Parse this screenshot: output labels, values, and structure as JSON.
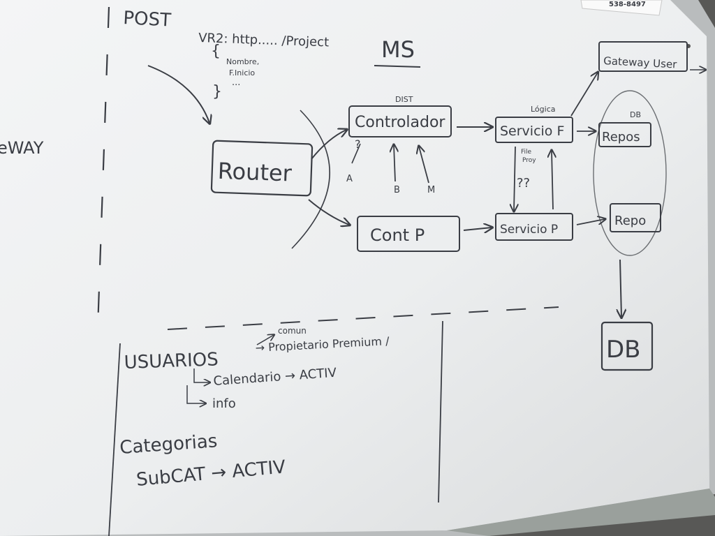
{
  "board": {
    "header": {
      "method": "POST",
      "url": "VR2: http..... /Project",
      "ms_label": "MS",
      "payload_open": "{",
      "payload_field_1": "Nombre,",
      "payload_field_2": "F.Inicio",
      "payload_more": "...",
      "payload_close": "}"
    },
    "left_edge_text": "eWAY",
    "phone_note": "538-8497",
    "flow": {
      "router": "Router",
      "dist_label": "DIST",
      "controller": "Controlador",
      "cont_p": "Cont P",
      "logica_label": "Lógica",
      "service_f": "Servicio F",
      "service_p": "Servicio P",
      "file_proy_label_1": "File",
      "file_proy_label_2": "Proy",
      "question_marks": "??",
      "q_a": "?",
      "label_a": "A",
      "label_b": "B",
      "label_m": "M",
      "db_label": "DB",
      "repos": "Repos",
      "repo": "Repo",
      "gateway_user": "Gateway User",
      "db": "DB"
    },
    "notes": {
      "usuarios": "USUARIOS",
      "comun": "comun",
      "propietario": "→ Propietario Premium /",
      "calendario": "Calendario → ACTIV",
      "info": "info",
      "categorias": "Categorias",
      "subcat": "SubCAT → ACTIV"
    }
  }
}
